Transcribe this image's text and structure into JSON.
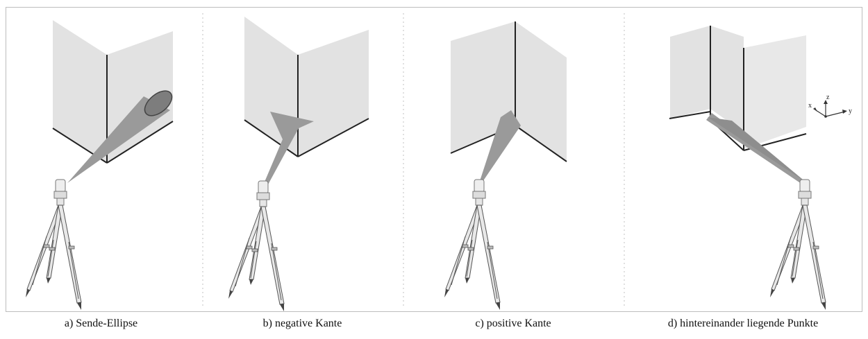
{
  "panels": [
    {
      "id": "a",
      "caption": "a) Sende-Ellipse"
    },
    {
      "id": "b",
      "caption": "b) negative Kante"
    },
    {
      "id": "c",
      "caption": "c) positive Kante"
    },
    {
      "id": "d",
      "caption": "d) hintereinander liegende Punkte"
    }
  ],
  "axes": {
    "z": "z",
    "x": "x",
    "y": "y"
  },
  "colors": {
    "wall": "#e2e2e2",
    "edge": "#222222",
    "beam": "#9a9a9a",
    "divider": "#d6d6d6"
  }
}
